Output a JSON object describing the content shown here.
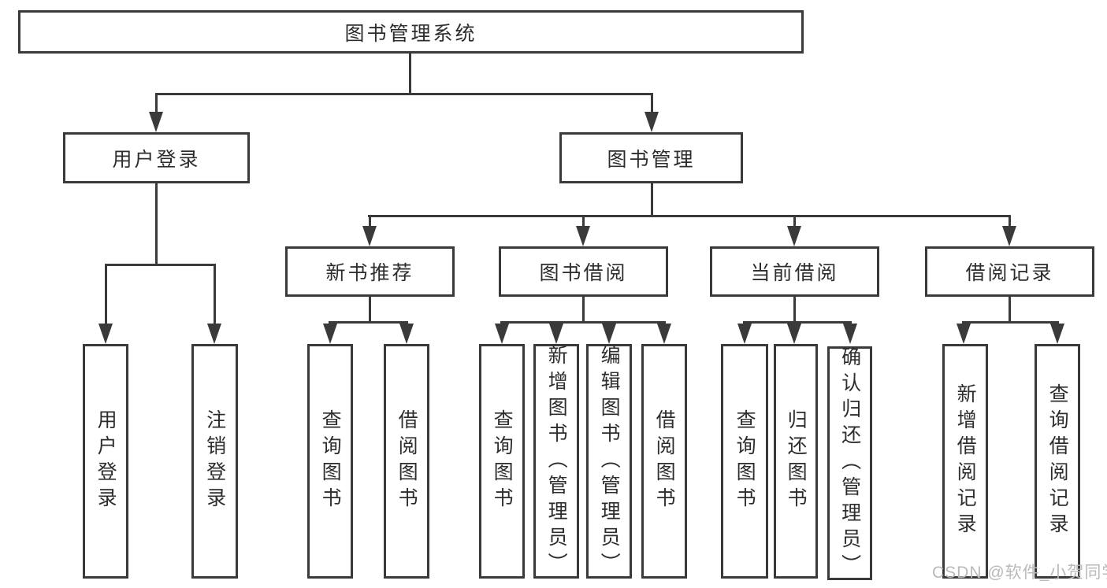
{
  "diagram_type": "hierarchy-tree",
  "nodes": {
    "root": "图书管理系统",
    "l2": [
      "用户登录",
      "图书管理"
    ],
    "l3": [
      "新书推荐",
      "图书借阅",
      "当前借阅",
      "借阅记录"
    ],
    "leaves": [
      "用户登录",
      "注销登录",
      "查询图书",
      "借阅图书",
      "查询图书",
      "新增图书（管理员）",
      "编辑图书（管理员）",
      "借阅图书",
      "查询图书",
      "归还图书",
      "确认归还（管理员）",
      "新增借阅记录",
      "查询借阅记录"
    ]
  },
  "watermark": "CSDN @软件_小贺同学",
  "colors": {
    "line": "#3a3a3a",
    "text": "#2d2d2d",
    "watermark": "#b9b9b9",
    "background": "#ffffff"
  }
}
